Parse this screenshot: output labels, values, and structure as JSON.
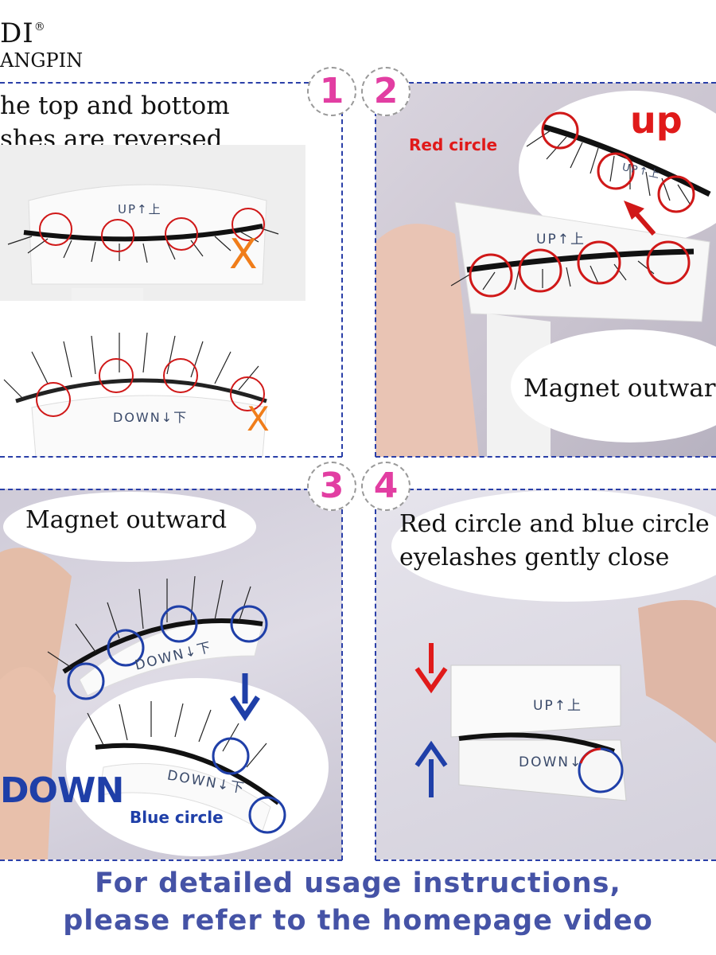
{
  "brand": {
    "name": "DI",
    "registered": "®",
    "subtitle": "ANGPIN"
  },
  "steps": [
    {
      "number": "1",
      "caption_line1": "he top and bottom",
      "caption_line2": "shes are reversed",
      "wrong_mark": "X",
      "tray_top_label": "UP↑上",
      "tray_bottom_label": "DOWN↓下"
    },
    {
      "number": "2",
      "label_red_circle": "Red circle",
      "label_up": "up",
      "tray_label": "UP↑上",
      "caption": "Magnet outwar"
    },
    {
      "number": "3",
      "caption": "Magnet outward",
      "tray_label": "DOWN↓下",
      "tray_label_2": "DOWN↓下",
      "label_down": "DOWN",
      "label_blue_circle": "Blue circle"
    },
    {
      "number": "4",
      "caption_line1": "Red circle and blue circle",
      "caption_line2": "eyelashes gently close",
      "tray_top_label": "UP↑上",
      "tray_bottom_label": "DOWN↓"
    }
  ],
  "footer": {
    "line1": "For detailed usage instructions,",
    "line2": "please refer to the homepage video"
  },
  "colors": {
    "dash": "#2a3fa8",
    "step_number": "#e23ea2",
    "red_circle": "#d01818",
    "blue_circle": "#1f3fa8",
    "wrong_mark": "#f07d1a",
    "footer": "#4553a6"
  }
}
